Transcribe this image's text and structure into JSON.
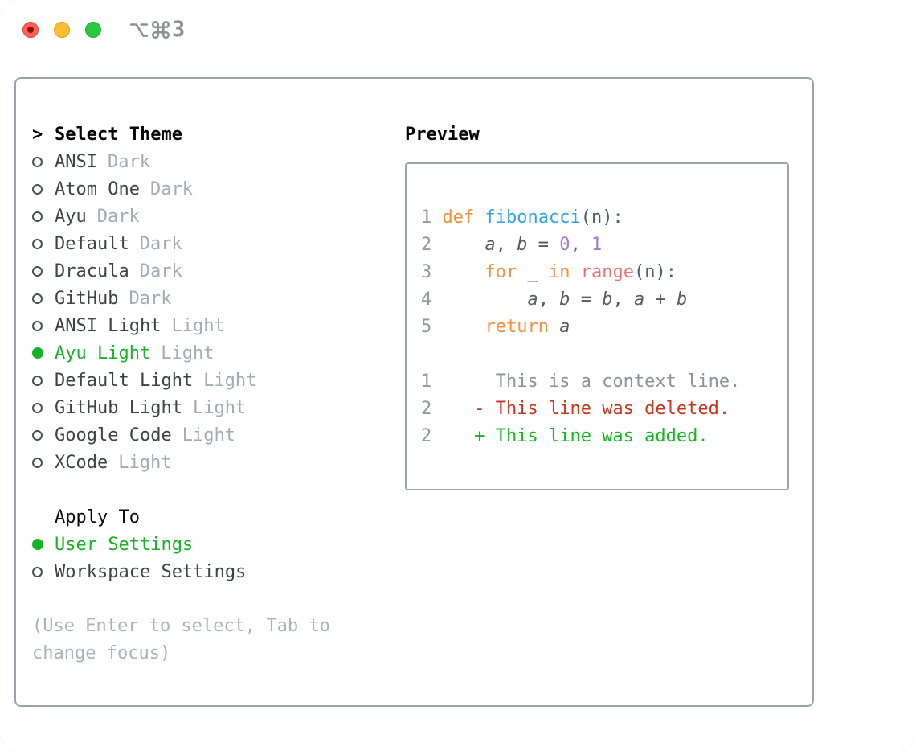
{
  "window": {
    "title": "⌥⌘3",
    "title_number": "3"
  },
  "colors": {
    "kw": "#fa8d3e",
    "fn": "#32a3e6",
    "rd": "#f07171",
    "num": "#a37acc",
    "fg": "#565b60",
    "var": "#565b60",
    "lineno": "#8e99a3",
    "ctx": "#8b9299",
    "del": "#c8361f",
    "add": "#11b81c",
    "selected_green": "#16b125",
    "item_text": "#3e4247",
    "tag_text": "#a2abb6",
    "help_text": "#a9b2bd",
    "panel_border": "#9aa3ae",
    "titlebar_text": "#8f9095",
    "traffic_red": "#ff5f57",
    "traffic_yellow": "#febc2e",
    "traffic_green": "#28c840"
  },
  "theme_panel": {
    "header_prefix": ">",
    "header": "Select Theme",
    "themes": [
      {
        "name": "ANSI",
        "tag": "Dark",
        "selected": false
      },
      {
        "name": "Atom One",
        "tag": "Dark",
        "selected": false
      },
      {
        "name": "Ayu",
        "tag": "Dark",
        "selected": false
      },
      {
        "name": "Default",
        "tag": "Dark",
        "selected": false
      },
      {
        "name": "Dracula",
        "tag": "Dark",
        "selected": false
      },
      {
        "name": "GitHub",
        "tag": "Dark",
        "selected": false
      },
      {
        "name": "ANSI Light",
        "tag": "Light",
        "selected": false
      },
      {
        "name": "Ayu Light",
        "tag": "Light",
        "selected": true
      },
      {
        "name": "Default Light",
        "tag": "Light",
        "selected": false
      },
      {
        "name": "GitHub Light",
        "tag": "Light",
        "selected": false
      },
      {
        "name": "Google Code",
        "tag": "Light",
        "selected": false
      },
      {
        "name": "XCode",
        "tag": "Light",
        "selected": false
      }
    ],
    "apply_to": {
      "header": "Apply To",
      "options": [
        {
          "name": "User Settings",
          "selected": true
        },
        {
          "name": "Workspace Settings",
          "selected": false
        }
      ]
    },
    "help": "(Use Enter to select, Tab to change focus)"
  },
  "preview": {
    "header": "Preview",
    "lines": [
      {
        "num": "",
        "tokens": []
      },
      {
        "num": "1",
        "tokens": [
          {
            "t": "def",
            "c": "kw"
          },
          {
            "t": " ",
            "c": "fg"
          },
          {
            "t": "fibonacci",
            "c": "fn"
          },
          {
            "t": "(n):",
            "c": "fg"
          }
        ]
      },
      {
        "num": "2",
        "tokens": [
          {
            "t": "    ",
            "c": "fg"
          },
          {
            "t": "a",
            "c": "var",
            "i": true
          },
          {
            "t": ", ",
            "c": "fg"
          },
          {
            "t": "b",
            "c": "var",
            "i": true
          },
          {
            "t": " = ",
            "c": "fg"
          },
          {
            "t": "0",
            "c": "num"
          },
          {
            "t": ", ",
            "c": "fg"
          },
          {
            "t": "1",
            "c": "num"
          }
        ]
      },
      {
        "num": "3",
        "tokens": [
          {
            "t": "    ",
            "c": "fg"
          },
          {
            "t": "for",
            "c": "kw"
          },
          {
            "t": " _ ",
            "c": "fg"
          },
          {
            "t": "in",
            "c": "kw"
          },
          {
            "t": " ",
            "c": "fg"
          },
          {
            "t": "range",
            "c": "rd"
          },
          {
            "t": "(n):",
            "c": "fg"
          }
        ]
      },
      {
        "num": "4",
        "tokens": [
          {
            "t": "        ",
            "c": "fg"
          },
          {
            "t": "a",
            "c": "var",
            "i": true
          },
          {
            "t": ", ",
            "c": "fg"
          },
          {
            "t": "b",
            "c": "var",
            "i": true
          },
          {
            "t": " = ",
            "c": "fg"
          },
          {
            "t": "b",
            "c": "var",
            "i": true
          },
          {
            "t": ", ",
            "c": "fg"
          },
          {
            "t": "a",
            "c": "var",
            "i": true
          },
          {
            "t": " + ",
            "c": "fg"
          },
          {
            "t": "b",
            "c": "var",
            "i": true
          }
        ]
      },
      {
        "num": "5",
        "tokens": [
          {
            "t": "    ",
            "c": "fg"
          },
          {
            "t": "return",
            "c": "kw"
          },
          {
            "t": " ",
            "c": "fg"
          },
          {
            "t": "a",
            "c": "var",
            "i": true
          }
        ]
      },
      {
        "num": "",
        "tokens": []
      },
      {
        "num": "1",
        "tokens": [
          {
            "t": "     ",
            "c": "ctx"
          },
          {
            "t": "This is a context line.",
            "c": "ctx"
          }
        ]
      },
      {
        "num": "2",
        "tokens": [
          {
            "t": "   ",
            "c": "fg"
          },
          {
            "t": "- This line was deleted.",
            "c": "del"
          }
        ]
      },
      {
        "num": "2",
        "tokens": [
          {
            "t": "   ",
            "c": "fg"
          },
          {
            "t": "+ This line was added.",
            "c": "add"
          }
        ]
      },
      {
        "num": "",
        "tokens": []
      }
    ]
  }
}
